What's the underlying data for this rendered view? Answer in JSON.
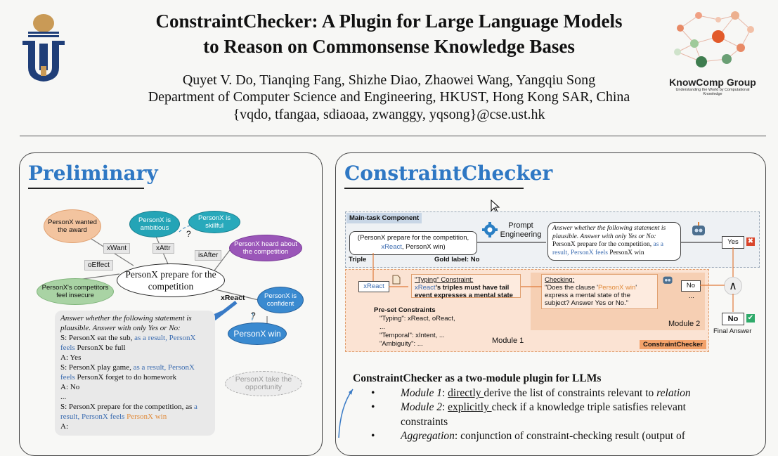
{
  "header": {
    "title_line1": "ConstraintChecker: A Plugin for Large Language Models",
    "title_line2": "to Reason on Commonsense Knowledge Bases",
    "authors": "Quyet V. Do, Tianqing Fang, Shizhe Diao, Zhaowei Wang, Yangqiu Song",
    "affiliation": "Department of Computer Science and Engineering, HKUST, Hong Kong SAR, China",
    "emails": "{vqdo, tfangaa, sdiaoaa, zwanggy, yqsong}@cse.ust.hk",
    "logo_right_text": "KnowComp Group",
    "logo_right_tagline": "Understanding the World by Computational Knowledge"
  },
  "left": {
    "title": "Preliminary",
    "nodes": {
      "wanted": "PersonX wanted the award",
      "ambitious": "PersonX is ambitious",
      "skillful": "PersonX is skillful",
      "heard": "PersonX heard about the competition",
      "center": "PersonX prepare for the competition",
      "competitors": "PersonX's competitors feel insecure",
      "confident": "PersonX is confident",
      "win": "PersonX win",
      "take": "PersonX take the opportunity"
    },
    "relations": {
      "xWant": "xWant",
      "xAttr": "xAttr",
      "oEffect": "oEffect",
      "isAfter": "isAfter",
      "xReact": "xReact",
      "q1": "?",
      "q2": "?"
    },
    "prompt": {
      "instr": "Answer whether the following statement is plausible. Answer with only Yes or No:",
      "s1a": "S: PersonX eat the sub, ",
      "s1b": "as a result, PersonX feels",
      "s1c": " PersonX be full",
      "a1": "A: Yes",
      "s2a": "S: PersonX play game, ",
      "s2b": "as a result, PersonX feels",
      "s2c": " PersonX forget to do homework",
      "a2": "A: No",
      "dots": "...",
      "s3a": "S: PersonX prepare for the competition, as ",
      "s3b": "a result, PersonX feels ",
      "s3c": "PersonX win",
      "a3": "A:"
    }
  },
  "right": {
    "title": "ConstraintChecker",
    "diagram": {
      "main_task": "Main-task Component",
      "triple": "(PersonX prepare for the competition,",
      "triple_rel": "xReact",
      "triple_tail": ", PersonX win)",
      "triple_label": "Triple",
      "gold": "Gold label: No",
      "prompt_eng": "Prompt Engineering",
      "q_instr": "Answer whether the following statement is plausible. Answer with only Yes or No:",
      "q_s1": "PersonX prepare for the competition, ",
      "q_s2": "as a result, PersonX feels",
      "q_s3": " PersonX win",
      "yes": "Yes",
      "no1": "No",
      "no2": "No",
      "dots": "...",
      "and": "∧",
      "final": "Final Answer",
      "xreact": "xReact",
      "typing_title": "\"Typing\" Constraint:",
      "typing_rel": "xReact",
      "typing_body": "'s triples must have tail event expresses a mental state",
      "checking_title": "Checking:",
      "checking_a": "\"Does the clause '",
      "checking_b": "PersonX win",
      "checking_c": "' express a mental state of the subject? Answer Yes or No.\"",
      "preset_title": "Pre-set Constraints",
      "preset1": "\"Typing\": xReact, oReact, ...",
      "preset2": "\"Temporal\": xIntent, ...",
      "preset3": "\"Ambiguity\": ...",
      "module1": "Module 1",
      "module2": "Module 2",
      "cc_label": "ConstraintChecker"
    },
    "summary_title": "ConstraintChecker as a two-module plugin for LLMs",
    "b1_em": "Module 1",
    "b1_a": ": ",
    "b1_u": "directly ",
    "b1_b": "derive the list of constraints relevant to ",
    "b1_rel": "relation",
    "b2_em": "Module 2",
    "b2_a": ": ",
    "b2_u": "explicitly ",
    "b2_b": "check if a knowledge triple satisfies relevant",
    "b2_c": "constraints",
    "b3_em": "Aggregation",
    "b3_a": ": conjunction of constraint-checking result (output of"
  },
  "colors": {
    "accent": "#2f78c4",
    "orange": "#f3c9a6",
    "teal": "#2aa7b8",
    "green": "#a9d3a4",
    "purple": "#9a56b8"
  }
}
